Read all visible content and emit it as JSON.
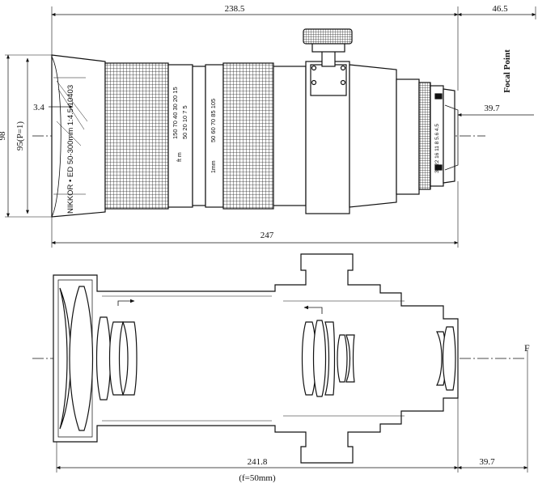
{
  "dimensions": {
    "overall_top": "238.5",
    "rear_to_focal": "46.5",
    "length_top": "247",
    "focal_flange_top": "39.7",
    "front_offset": "3.4",
    "diameter_outer": "98",
    "diameter_inner": "95(P=1)",
    "length_bottom": "241.8",
    "focal_flange_bottom": "39.7",
    "focal_length_note": "(f=50mm)"
  },
  "labels": {
    "focal_point": "Focal Point",
    "focal_mark": "F"
  },
  "engravings": {
    "brand_line": "NIKKOR • ED  50-300mm  1:4.5  10403",
    "distance_scale_1": "150 70 40 30 20 15",
    "distance_scale_2": "50 20 10 7 5",
    "distance_unit": "ft  m",
    "zoom_scale": "50 60 70 85 105",
    "zoom_unit": "1mm",
    "aperture_scale": "32 22 16 11 8 5.6 4.5"
  }
}
